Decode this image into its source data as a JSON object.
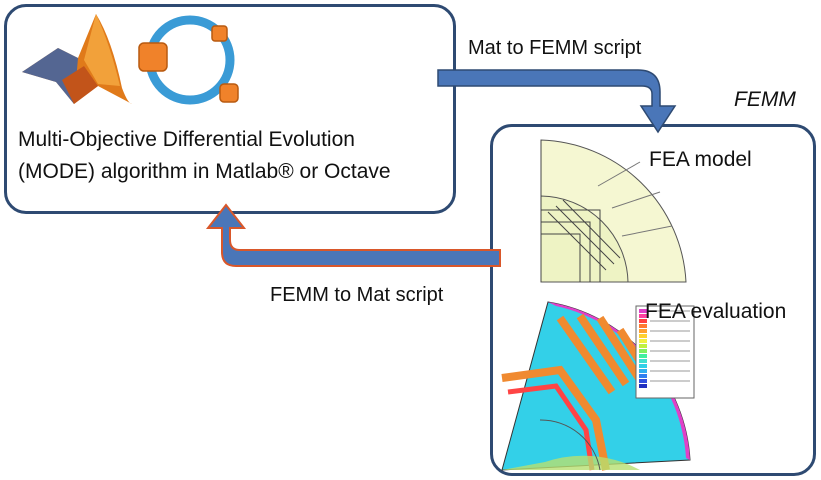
{
  "matlab_box": {
    "line1": "Multi-Objective Differential Evolution",
    "line2": "(MODE) algorithm in Matlab® or Octave"
  },
  "femm_box": {
    "title": "FEMM",
    "fea_model": "FEA model",
    "fea_evaluation": "FEA evaluation"
  },
  "arrows": {
    "mat_to_femm": "Mat to FEMM script",
    "femm_to_mat": "FEMM to Mat script"
  },
  "icons": [
    "matlab-logo-icon",
    "octave-logo-icon"
  ],
  "colors": {
    "box_border": "#2e4a72",
    "arrow_fill": "#4a76b8",
    "arrow_edge_return": "#d9572a"
  }
}
